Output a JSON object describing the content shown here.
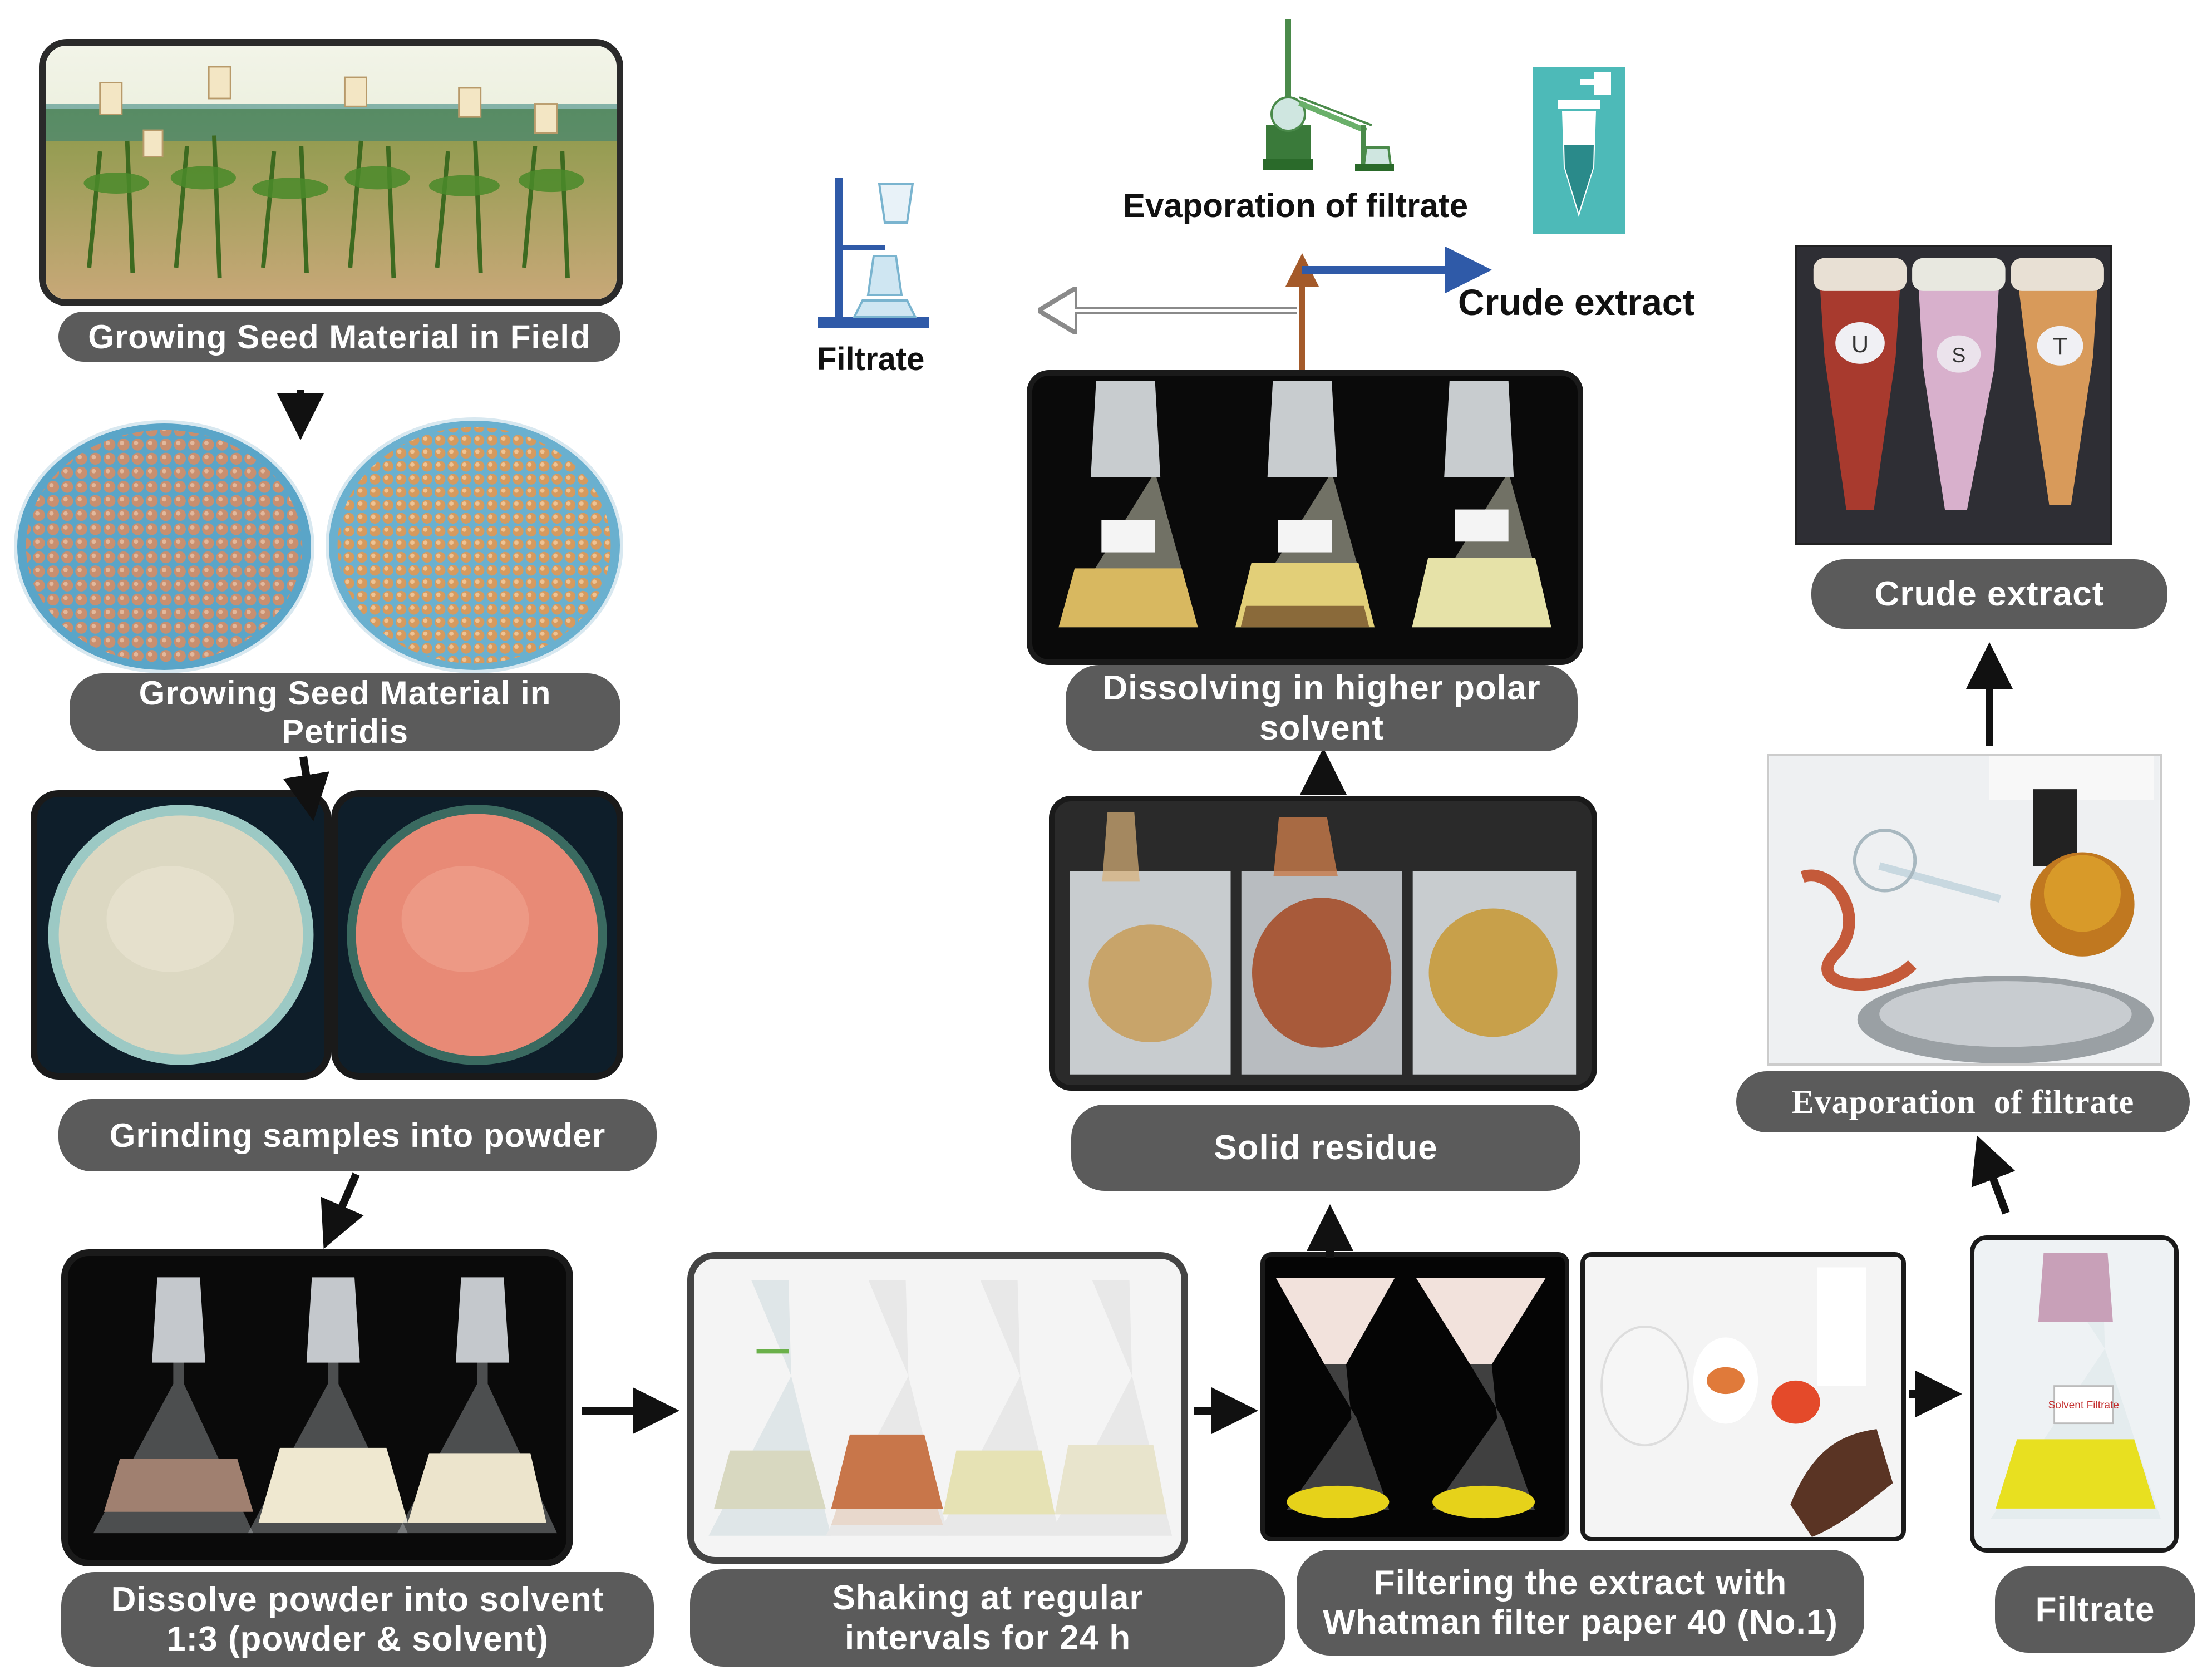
{
  "labels": {
    "field": "Growing Seed Material in Field",
    "petri_line1": "Growing Seed Material in",
    "petri_line2": "Petridis",
    "grinding": "Grinding samples into powder",
    "dissolve_line1": "Dissolve powder into solvent",
    "dissolve_line2": "1:3 (powder & solvent)",
    "shaking_line1": "Shaking at regular",
    "shaking_line2": "intervals for 24 h",
    "filtering_line1": "Filtering the extract with",
    "filtering_line2": "Whatman filter paper 40 (No.1)",
    "filtrate": "Filtrate",
    "solid_residue": "Solid residue",
    "polar_line1": "Dissolving in higher polar",
    "polar_line2": "solvent",
    "evap_right": "Evaporation  of filtrate",
    "crude_right": "Crude extract"
  },
  "top": {
    "filtrate": "Filtrate",
    "evaporation": "Evaporation of filtrate",
    "crude": "Crude extract"
  },
  "tube_marks": [
    "U",
    "S",
    "T"
  ],
  "flask_tag": "Solvent Filtrate",
  "colors": {
    "label_bg": "#5b5b5b",
    "arrow": "#111111",
    "arrow_blue": "#2f5aa8",
    "arrow_brown": "#a45a2a",
    "arrow_gray": "#8a8a8a",
    "teal": "#4dbab8"
  }
}
